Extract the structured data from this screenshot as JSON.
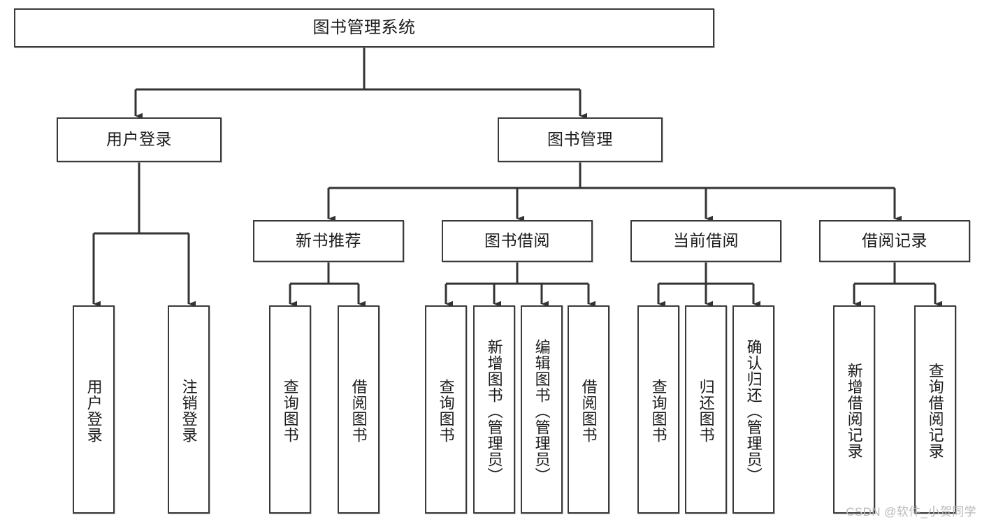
{
  "diagram": {
    "title": "图书管理系统",
    "watermark": "CSDN @软件_小贺同学"
  },
  "nodes": {
    "root": {
      "label": "图书管理系统"
    },
    "level2": [
      {
        "label": "用户登录"
      },
      {
        "label": "图书管理"
      }
    ],
    "level3": [
      {
        "label": "新书推荐"
      },
      {
        "label": "图书借阅"
      },
      {
        "label": "当前借阅"
      },
      {
        "label": "借阅记录"
      }
    ],
    "leaves": {
      "user_login": [
        {
          "label": "用户登录"
        },
        {
          "label": "注销登录"
        }
      ],
      "new_book": [
        {
          "label": "查询图书"
        },
        {
          "label": "借阅图书"
        }
      ],
      "book_borrow": [
        {
          "label": "查询图书"
        },
        {
          "label": "新增图书（管理员）"
        },
        {
          "label": "编辑图书（管理员）"
        },
        {
          "label": "借阅图书"
        }
      ],
      "current_borrow": [
        {
          "label": "查询图书"
        },
        {
          "label": "归还图书"
        },
        {
          "label": "确认归还（管理员）"
        }
      ],
      "borrow_record": [
        {
          "label": "新增借阅记录"
        },
        {
          "label": "查询借阅记录"
        }
      ]
    }
  },
  "chart_data": {
    "type": "tree-diagram",
    "title": "图书管理系统",
    "hierarchy": [
      {
        "label": "图书管理系统",
        "children": [
          {
            "label": "用户登录",
            "children": [
              {
                "label": "用户登录"
              },
              {
                "label": "注销登录"
              }
            ]
          },
          {
            "label": "图书管理",
            "children": [
              {
                "label": "新书推荐",
                "children": [
                  {
                    "label": "查询图书"
                  },
                  {
                    "label": "借阅图书"
                  }
                ]
              },
              {
                "label": "图书借阅",
                "children": [
                  {
                    "label": "查询图书"
                  },
                  {
                    "label": "新增图书（管理员）"
                  },
                  {
                    "label": "编辑图书（管理员）"
                  },
                  {
                    "label": "借阅图书"
                  }
                ]
              },
              {
                "label": "当前借阅",
                "children": [
                  {
                    "label": "查询图书"
                  },
                  {
                    "label": "归还图书"
                  },
                  {
                    "label": "确认归还（管理员）"
                  }
                ]
              },
              {
                "label": "借阅记录",
                "children": [
                  {
                    "label": "新增借阅记录"
                  },
                  {
                    "label": "查询借阅记录"
                  }
                ]
              }
            ]
          }
        ]
      }
    ],
    "colors": {
      "box_border": "#3a3a3a",
      "box_fill": "#ffffff",
      "line": "#333333",
      "watermark": "#b9b9b9"
    }
  }
}
